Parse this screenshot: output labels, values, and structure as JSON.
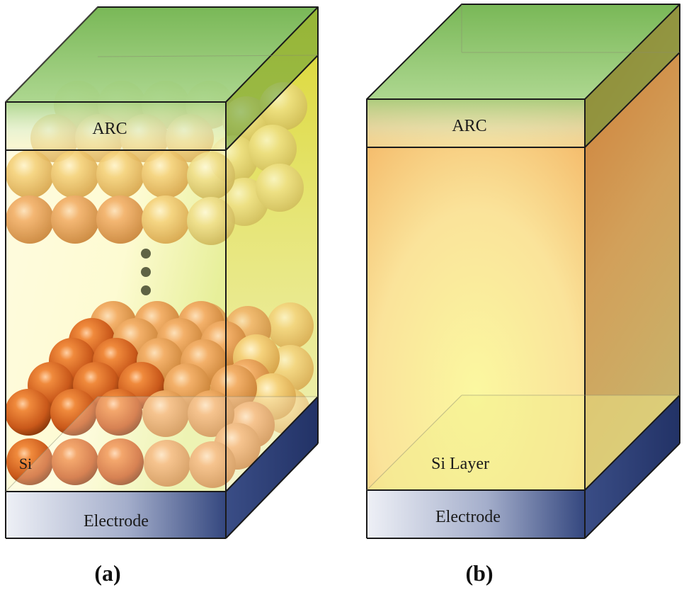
{
  "panels": [
    {
      "id": "a",
      "caption": "(a)",
      "labels": {
        "arc": "ARC",
        "si": "Si",
        "electrode": "Electrode"
      }
    },
    {
      "id": "b",
      "caption": "(b)",
      "labels": {
        "arc": "ARC",
        "si_layer": "Si Layer",
        "electrode": "Electrode"
      }
    }
  ],
  "colors": {
    "arc_green": "#7cbf5a",
    "si_yellow": "#f5f08a",
    "si_orange": "#e69a4a",
    "sphere_orange": "#d9651f",
    "electrode_blue": "#2c3f7a",
    "outline": "#1a1a1a"
  }
}
